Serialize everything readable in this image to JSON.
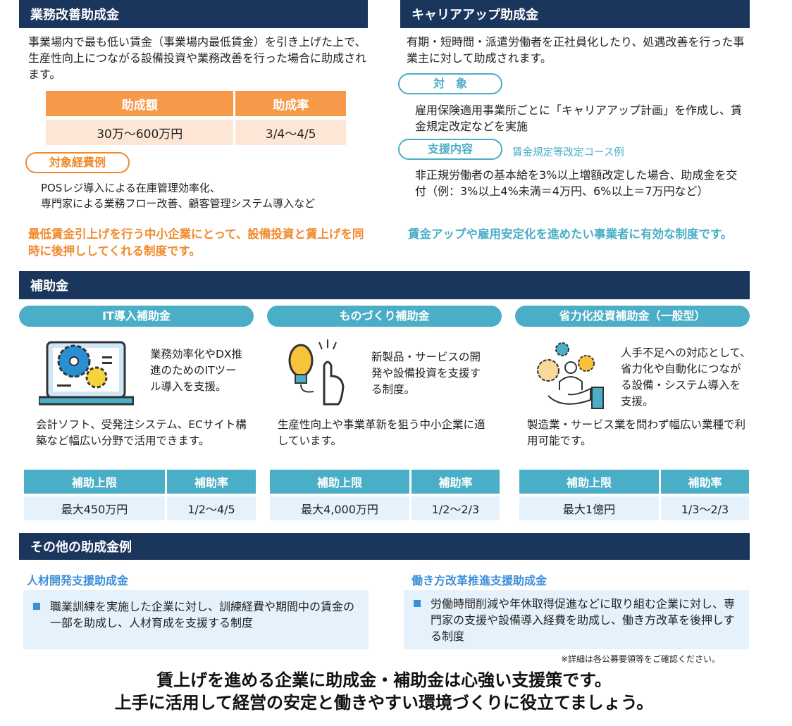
{
  "gyomu": {
    "title": "業務改善助成金",
    "desc": "事業場内で最も低い賃金（事業場内最低賃金）を引き上げた上で、生産性向上につながる設備投資や業務改善を行った場合に助成されます。",
    "table": {
      "headers": [
        "助成額",
        "助成率"
      ],
      "values": [
        "30万～600万円",
        "3/4～4/5"
      ]
    },
    "example_label": "対象経費例",
    "examples": [
      "POSレジ導入による在庫管理効率化、",
      "専門家による業務フロー改善、顧客管理システム導入など"
    ],
    "highlight": "最低賃金引上げを行う中小企業にとって、設備投資と賃上げを同時に後押ししてくれる制度です。"
  },
  "career": {
    "title": "キャリアアップ助成金",
    "desc": "有期・短時間・派遣労働者を正社員化したり、処遇改善を行った事業主に対して助成されます。",
    "target_label": "対　象",
    "target_text": "雇用保険適用事業所ごとに「キャリアアップ計画」を作成し、賃金規定改定などを実施",
    "support_label": "支援内容",
    "support_note": "賃金規定等改定コース例",
    "support_text": "非正規労働者の基本給を3%以上増額改定した場合、助成金を交付（例：3%以上4%未満＝4万円、6%以上＝7万円など）",
    "highlight": "賃金アップや雇用安定化を進めたい事業者に有効な制度です。"
  },
  "hojo": {
    "title": "補助金",
    "cards": [
      {
        "title": "IT導入補助金",
        "side": "業務効率化やDX推進のためのITツール導入を支援。",
        "body": "会計ソフト、受発注システム、ECサイト構築など幅広い分野で活用できます。",
        "h1": "補助上限",
        "h2": "補助率",
        "v1": "最大450万円",
        "v2": "1/2～4/5"
      },
      {
        "title": "ものづくり補助金",
        "side": "新製品・サービスの開発や設備投資を支援する制度。",
        "body": "生産性向上や事業革新を狙う中小企業に適しています。",
        "h1": "補助上限",
        "h2": "補助率",
        "v1": "最大4,000万円",
        "v2": "1/2～2/3"
      },
      {
        "title": "省力化投資補助金（一般型）",
        "side": "人手不足への対応として、省力化や自動化につながる設備・システム導入を支援。",
        "body": "製造業・サービス業を問わず幅広い業種で利用可能です。",
        "h1": "補助上限",
        "h2": "補助率",
        "v1": "最大1億円",
        "v2": "1/3～2/3"
      }
    ]
  },
  "other": {
    "title": "その他の助成金例",
    "items": [
      {
        "title": "人材開発支援助成金",
        "text": "職業訓練を実施した企業に対し、訓練経費や期間中の賃金の一部を助成し、人材育成を支援する制度"
      },
      {
        "title": "働き方改革推進支援助成金",
        "text": "労働時間削減や年休取得促進などに取り組む企業に対し、専門家の支援や設備導入経費を助成し、働き方改革を後押しする制度"
      }
    ],
    "note": "※詳細は各公募要領等をご確認ください。"
  },
  "closing": [
    "賃上げを進める企業に助成金・補助金は心強い支援策です。",
    "上手に活用して経営の安定と働きやすい環境づくりに役立てましょう。"
  ],
  "colors": {
    "navy": "#1b365d",
    "orange": "#f08a2c",
    "teal": "#4aaec7"
  }
}
